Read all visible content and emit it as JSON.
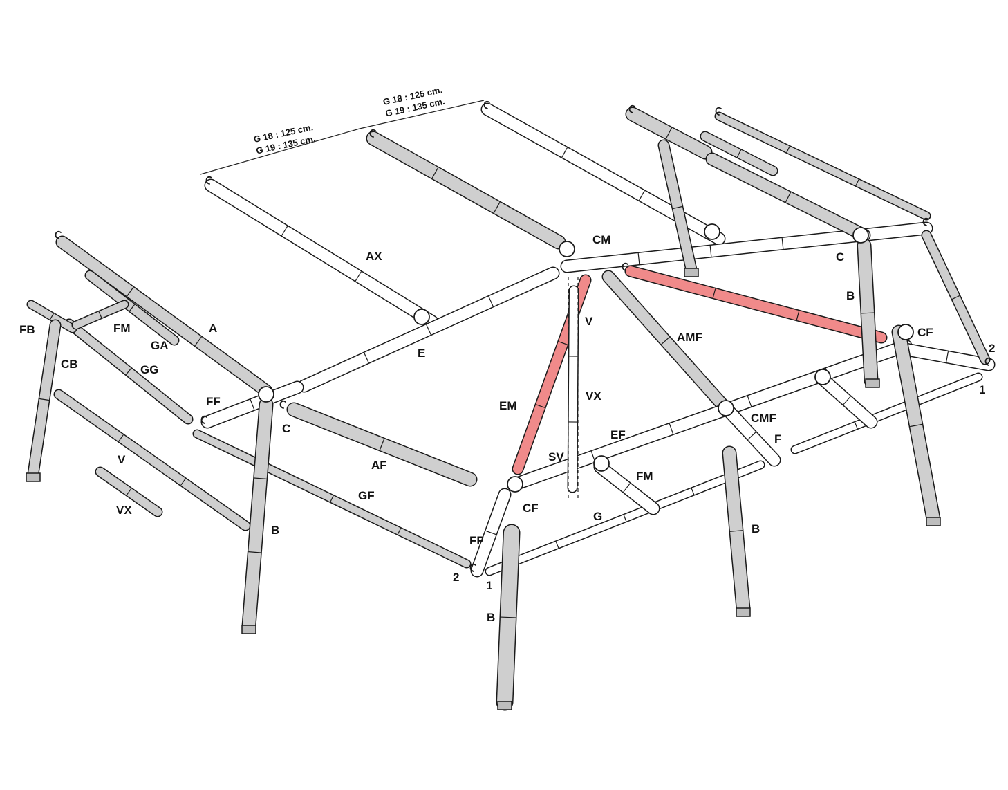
{
  "colors": {
    "white_pole": "#ffffff",
    "grey_pole": "#cfcfcf",
    "highlight_pole": "#f08a8a",
    "outline": "#1a1a1a"
  },
  "dimensions": {
    "left": {
      "line1": "G 18 : 125 cm.",
      "line2": "G 19 : 135 cm."
    },
    "right": {
      "line1": "G 18 : 125 cm.",
      "line2": "G 19 : 135 cm."
    }
  },
  "labels": {
    "FB": "FB",
    "FM_left": "FM",
    "GA": "GA",
    "A": "A",
    "CB": "CB",
    "GG": "GG",
    "FF_left": "FF",
    "C_left": "C",
    "V_left": "V",
    "VX_left": "VX",
    "B_left": "B",
    "GF": "GF",
    "num2_left": "2",
    "num1_left": "1",
    "AX": "AX",
    "E": "E",
    "CM": "CM",
    "V_center": "V",
    "VX_center": "VX",
    "AF": "AF",
    "EM": "EM",
    "SV": "SV",
    "CF_front": "CF",
    "FF_front": "FF",
    "B_front": "B",
    "EF": "EF",
    "FM_right": "FM",
    "G": "G",
    "AMF": "AMF",
    "CMF": "CMF",
    "F": "F",
    "B_right": "B",
    "C_back": "C",
    "B_back": "B",
    "CF_right": "CF",
    "num2_right": "2",
    "num1_right": "1"
  }
}
